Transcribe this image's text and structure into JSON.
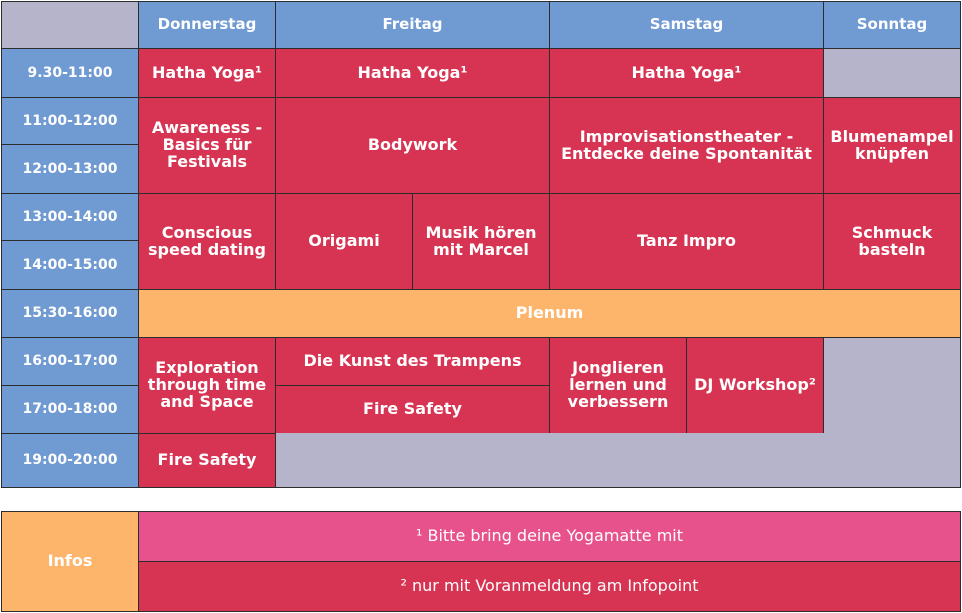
{
  "days": [
    "Donnerstag",
    "Freitag",
    "Samstag",
    "Sonntag"
  ],
  "times": [
    "9.30-11:00",
    "11:00-12:00",
    "12:00-13:00",
    "13:00-14:00",
    "14:00-15:00",
    "15:30-16:00",
    "16:00-17:00",
    "17:00-18:00",
    "19:00-20:00"
  ],
  "events": {
    "hatha_do": "Hatha Yoga¹",
    "hatha_fr": "Hatha Yoga¹",
    "hatha_sa": "Hatha Yoga¹",
    "awareness": "Awareness -\nBasics für\nFestivals",
    "bodywork": "Bodywork",
    "impro": "Improvisationstheater -\nEntdecke deine Spontanität",
    "blumenampel": "Blumenampel\nknüpfen",
    "speed_dating": "Conscious\nspeed dating",
    "origami": "Origami",
    "musik": "Musik hören\nmit Marcel",
    "tanz": "Tanz Impro",
    "schmuck": "Schmuck\nbasteln",
    "plenum": "Plenum",
    "exploration": "Exploration\nthrough time\nand Space",
    "trampen": "Die Kunst des Trampens",
    "fire_fr": "Fire Safety",
    "jonglieren": "Jonglieren\nlernen und\nverbessern",
    "dj": "DJ  Workshop²",
    "fire_do": "Fire Safety"
  },
  "infos": {
    "label": "Infos",
    "note1": "¹ Bitte bring deine Yogamatte mit",
    "note2": "² nur mit Voranmeldung am Infopoint"
  }
}
